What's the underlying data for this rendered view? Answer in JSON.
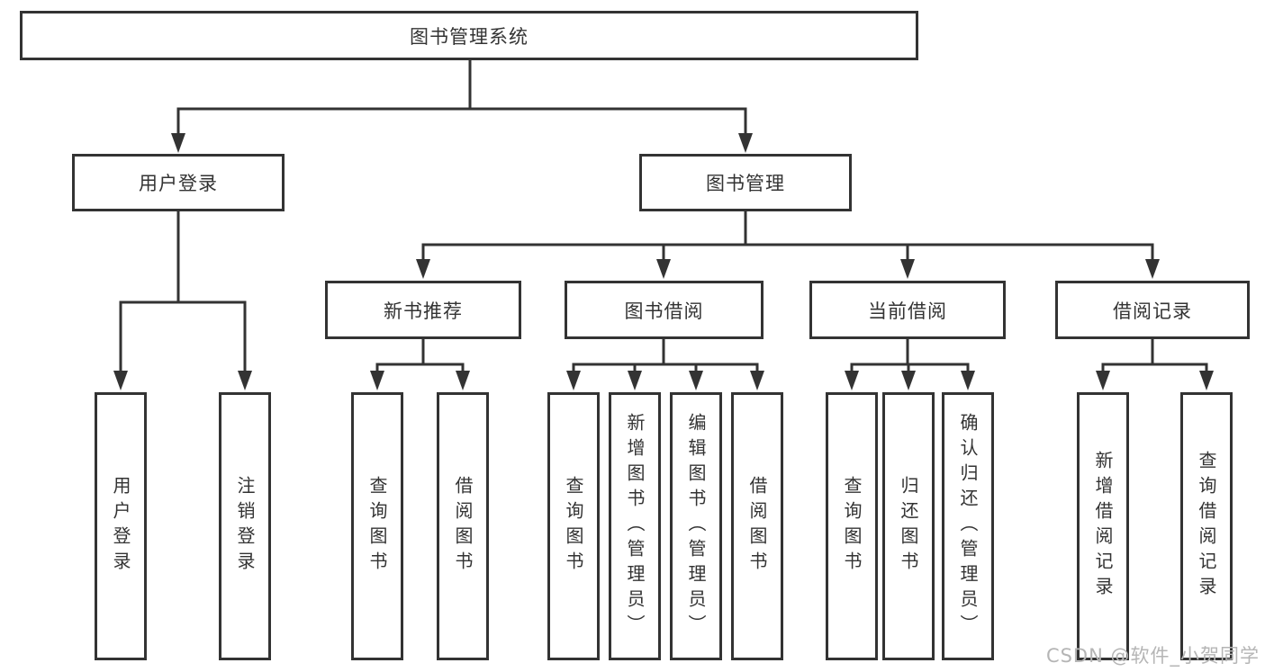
{
  "diagram": {
    "root": {
      "label": "图书管理系统"
    },
    "level2": [
      {
        "label": "用户登录"
      },
      {
        "label": "图书管理"
      }
    ],
    "level3": [
      {
        "label": "新书推荐"
      },
      {
        "label": "图书借阅"
      },
      {
        "label": "当前借阅"
      },
      {
        "label": "借阅记录"
      }
    ],
    "leaves": {
      "user_login": [
        {
          "label": "用户登录"
        },
        {
          "label": "注销登录"
        }
      ],
      "new_book_recommend": [
        {
          "label": "查询图书"
        },
        {
          "label": "借阅图书"
        }
      ],
      "book_borrow": [
        {
          "label": "查询图书"
        },
        {
          "label": "新增图书（管理员）"
        },
        {
          "label": "编辑图书（管理员）"
        },
        {
          "label": "借阅图书"
        }
      ],
      "current_borrow": [
        {
          "label": "查询图书"
        },
        {
          "label": "归还图书"
        },
        {
          "label": "确认归还（管理员）"
        }
      ],
      "borrow_record": [
        {
          "label": "新增借阅记录"
        },
        {
          "label": "查询借阅记录"
        }
      ]
    }
  },
  "watermark": {
    "text": "CSDN @软件_小贺同学"
  },
  "colors": {
    "line": "#333333",
    "text": "#333333",
    "watermark_text": "#b5b5b5",
    "background": "#ffffff"
  }
}
